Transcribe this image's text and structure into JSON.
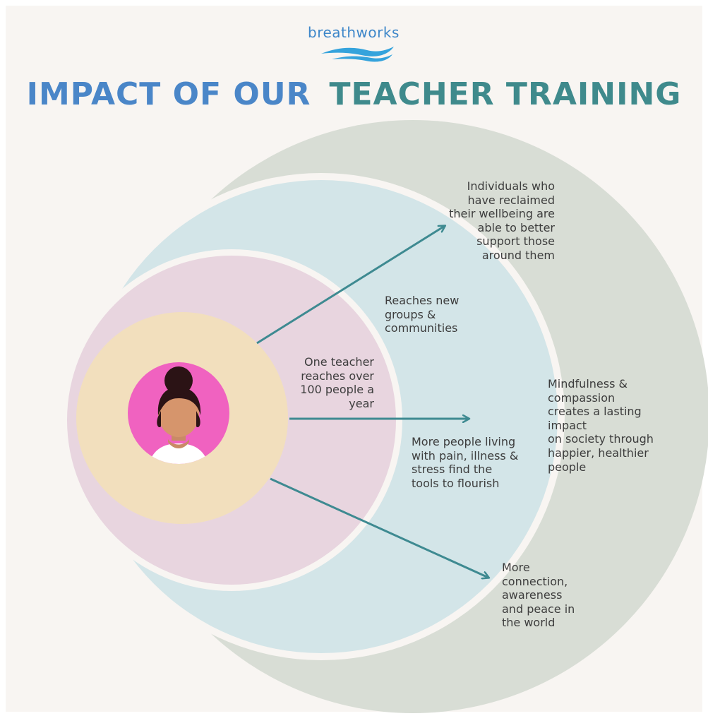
{
  "brand": {
    "name": "breathworks",
    "color": "#3d86c9"
  },
  "title": {
    "part1": "IMPACT OF OUR",
    "part2": "TEACHER TRAINING",
    "color1": "#4a86c8",
    "color2": "#3f8a8c"
  },
  "colors": {
    "background": "#f8f5f2",
    "outer_circle": "#d8ddd5",
    "blue_circle": "#d3e5e8",
    "pink_circle": "#e8d5df",
    "core_circle": "#f2dfbd",
    "avatar_bg": "#f062c0",
    "arrow": "#3e8a91",
    "text": "#3d3d3d"
  },
  "avatar": {
    "icon": "woman-teacher-icon"
  },
  "labels": {
    "core": "One teacher\nreaches over\n100 people a\nyear",
    "groups": "Reaches new\ngroups &\ncommunities",
    "individuals": "Individuals who\nhave reclaimed\ntheir wellbeing are\nable to better\nsupport those\naround them",
    "pain": "More people living\nwith pain, illness &\nstress find the\ntools to flourish",
    "society": "Mindfulness &\ncompassion\ncreates a lasting\nimpact\non society through\nhappier, healthier\npeople",
    "connection": "More\nconnection,\nawareness\nand peace in\nthe world"
  }
}
